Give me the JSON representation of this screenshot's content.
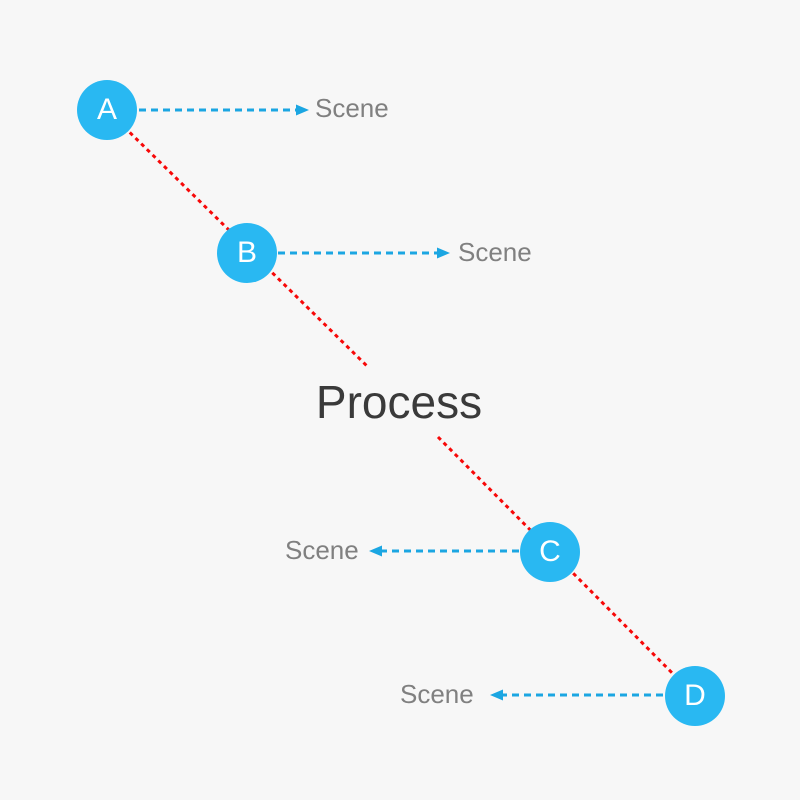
{
  "title": {
    "text": "Process"
  },
  "nodes": [
    {
      "label": "A",
      "annotation": "Scene",
      "arrow_direction": "right"
    },
    {
      "label": "B",
      "annotation": "Scene",
      "arrow_direction": "right"
    },
    {
      "label": "C",
      "annotation": "Scene",
      "arrow_direction": "left"
    },
    {
      "label": "D",
      "annotation": "Scene",
      "arrow_direction": "left"
    }
  ],
  "colors": {
    "background": "#f7f7f7",
    "node_fill": "#29b8f2",
    "node_text": "#ffffff",
    "arrow_blue": "#1ba6e2",
    "connector_red": "#f70808",
    "annotation_text": "#808080",
    "title_text": "#3a3a3a"
  }
}
